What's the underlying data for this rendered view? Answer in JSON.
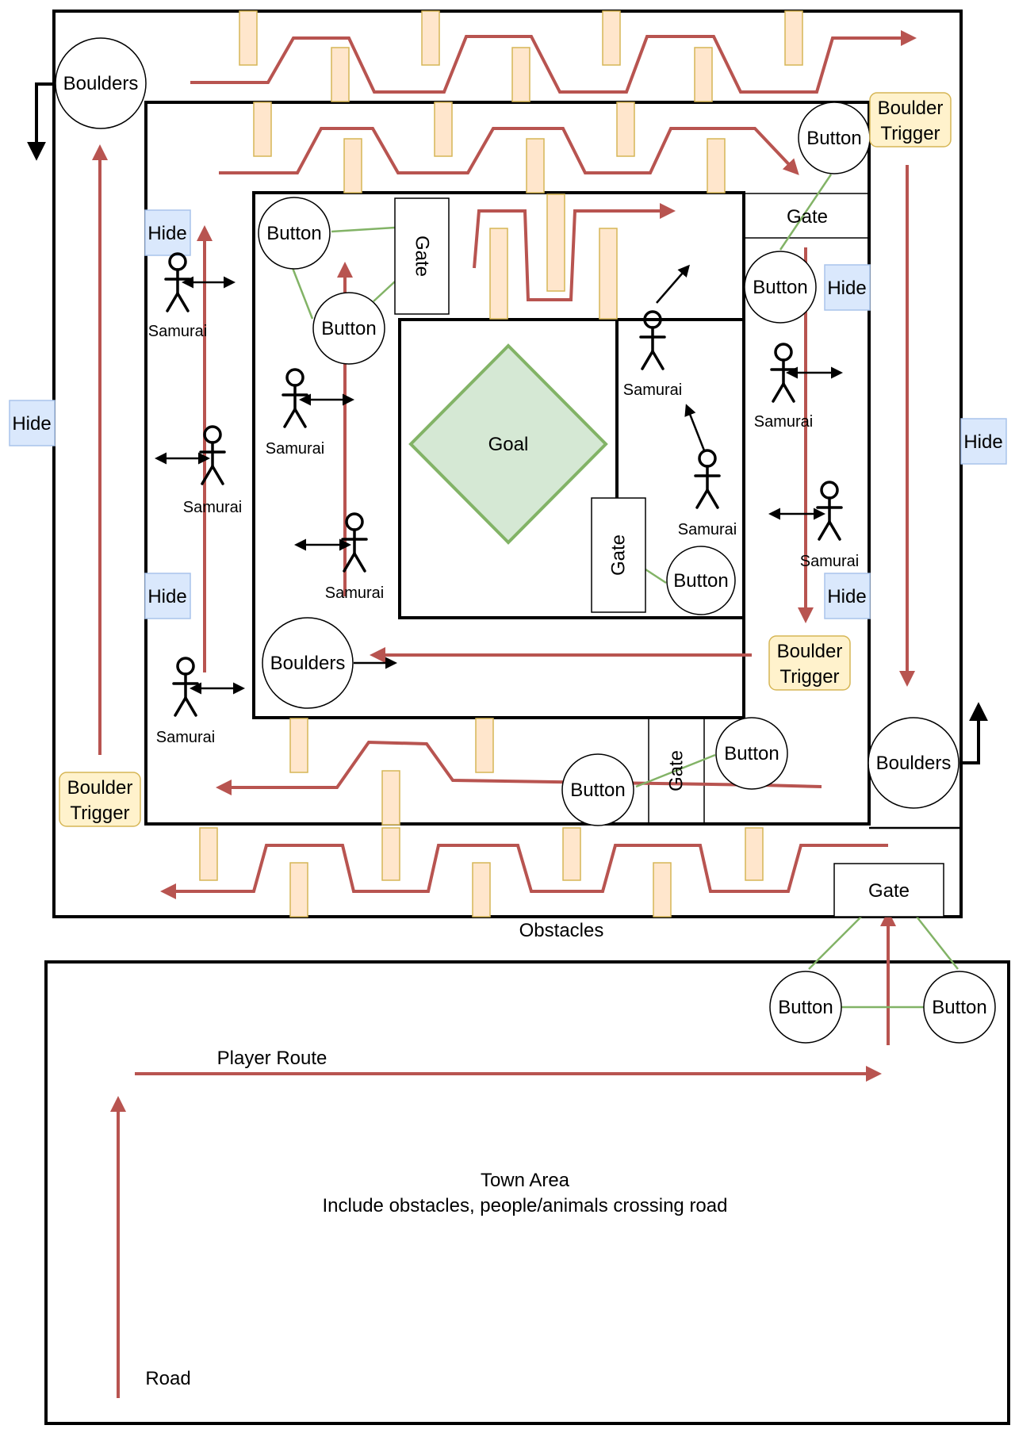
{
  "labels": {
    "boulders": "Boulders",
    "button": "Button",
    "gate": "Gate",
    "hide": "Hide",
    "samurai": "Samurai",
    "boulder_trigger_line1": "Boulder",
    "boulder_trigger_line2": "Trigger",
    "goal": "Goal",
    "obstacles": "Obstacles",
    "player_route": "Player Route",
    "town_area": "Town Area",
    "town_area_note": "Include obstacles, people/animals crossing road",
    "road": "Road"
  },
  "colors": {
    "route": "#b85450",
    "obstacle_fill": "#ffe6cc",
    "obstacle_stroke": "#d6b656",
    "hide_fill": "#dae8fc",
    "hide_stroke": "#a9c4eb",
    "trigger_fill": "#fff2cc",
    "goal_fill": "#d5e8d4",
    "goal_stroke": "#82b366",
    "wire": "#82b366"
  }
}
